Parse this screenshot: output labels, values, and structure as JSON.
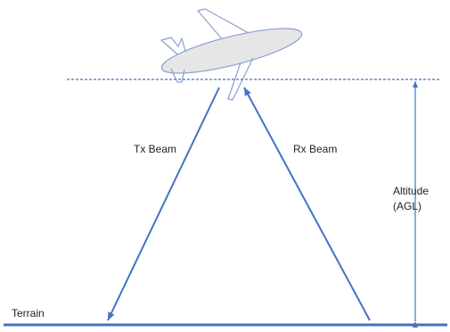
{
  "labels": {
    "tx_beam": "Tx Beam",
    "rx_beam": "Rx Beam",
    "altitude_line1": "Altitude",
    "altitude_line2": "(AGL)",
    "terrain": "Terrain"
  },
  "colors": {
    "beam": "#4472c4",
    "reference_line": "#4472c4",
    "ground": "#4472c4",
    "aircraft_fill": "#e6e6e6",
    "aircraft_outline": "#8aa0cf",
    "text": "#222222"
  }
}
